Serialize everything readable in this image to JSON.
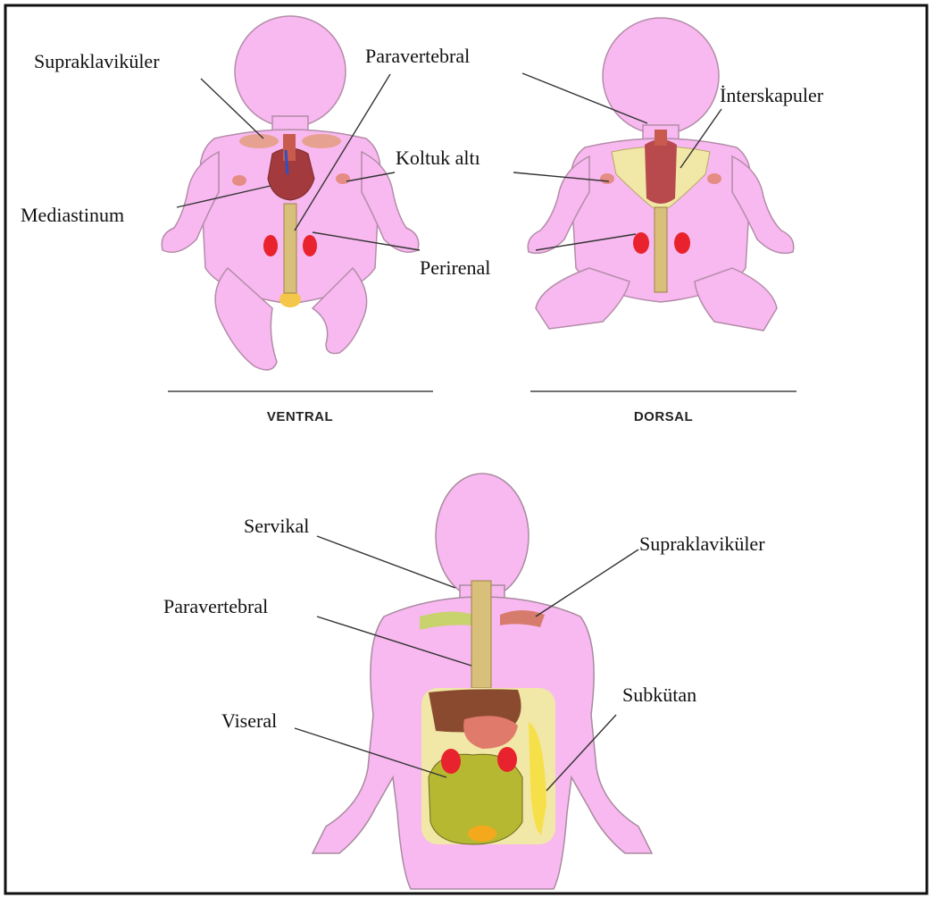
{
  "colors": {
    "skin": "#f7b9ef",
    "skin_outline": "#a98aa0",
    "fat": "#f1e7a6",
    "brown_fat": "#d77b6c",
    "heart": "#a33a3d",
    "kidney": "#e8232d",
    "spine": "#d8c07a",
    "liver": "#8a4a30",
    "stomach": "#e07a6a",
    "intestine": "#b6b832",
    "frame": "#111111"
  },
  "infant_ventral": {
    "caption": "VENTRAL",
    "labels": {
      "supraclavicular": "Supraklaviküler",
      "paravertebral": "Paravertebral",
      "axillary": "Koltuk altı",
      "mediastinum": "Mediastinum",
      "perirenal": "Perirenal"
    }
  },
  "infant_dorsal": {
    "caption": "DORSAL",
    "labels": {
      "interscapular": "İnterskapuler"
    }
  },
  "adult": {
    "labels": {
      "cervical": "Servikal",
      "supraclavicular": "Supraklaviküler",
      "paravertebral": "Paravertebral",
      "visceral": "Viseral",
      "subcutaneous": "Subkütan"
    }
  }
}
